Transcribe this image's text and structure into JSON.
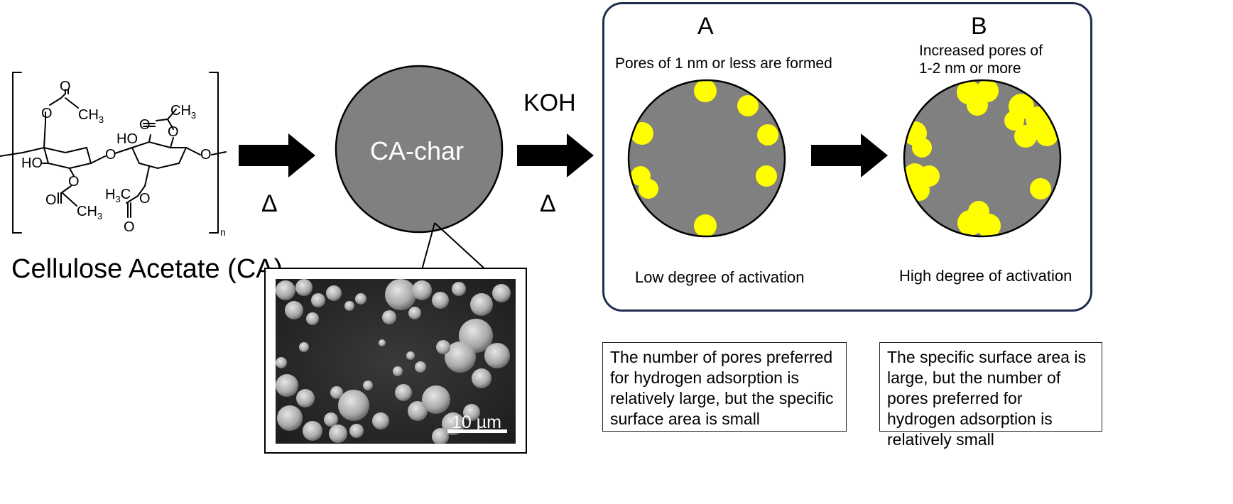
{
  "molecule": {
    "name": "Cellulose Acetate (CA)",
    "atoms": {
      "o": "O",
      "ch3": "CH",
      "sub3": "3",
      "ho": "HO",
      "h3c_h": "H",
      "h3c_c": "C",
      "n": "n"
    }
  },
  "step1": {
    "condition": "Δ"
  },
  "char": {
    "label": "CA-char"
  },
  "sem": {
    "scale": "10 µm"
  },
  "step2": {
    "reagent": "KOH",
    "condition": "Δ"
  },
  "panel": {
    "a": {
      "letter": "A",
      "caption": "Pores of 1 nm or less are formed",
      "activation": "Low degree of activation",
      "note": "The number of pores preferred for hydrogen adsorption is relatively large, but the specific surface area is small"
    },
    "b": {
      "letter": "B",
      "caption_line1": "Increased pores of",
      "caption_line2": "1-2 nm or more",
      "activation": "High degree of activation",
      "note": "The specific surface area is large, but the number of pores preferred for hydrogen adsorption is relatively small"
    }
  },
  "colors": {
    "particle": "#808080",
    "pore": "#ffff00",
    "panel_border": "#1f2d4f",
    "arrow": "#000000"
  }
}
